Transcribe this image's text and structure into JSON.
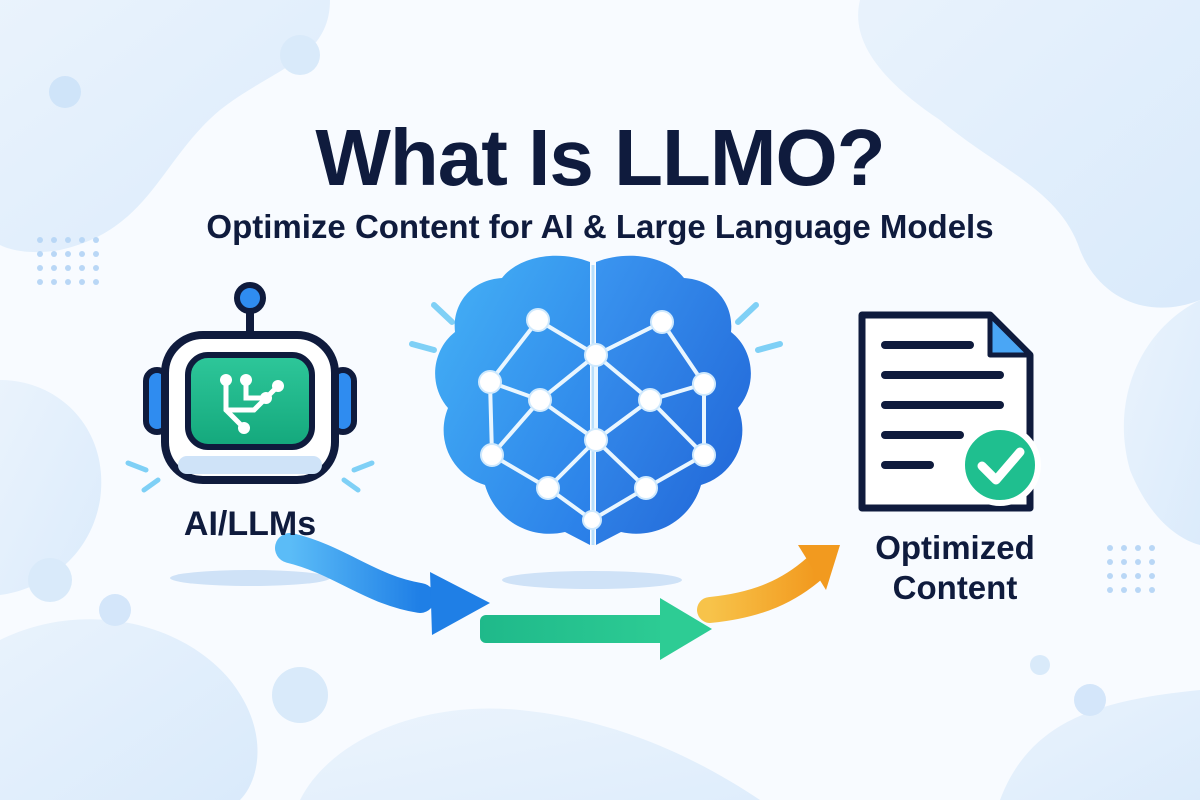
{
  "header": {
    "title": "What Is LLMO?",
    "subtitle": "Optimize Content for AI & Large Language Models"
  },
  "robot": {
    "label": "AI/LLMs",
    "icon": "robot-icon"
  },
  "brain": {
    "icon": "neural-brain-icon"
  },
  "document": {
    "label_line1": "Optimized",
    "label_line2": "Content",
    "icon": "document-check-icon"
  },
  "colors": {
    "navy": "#0f1b3d",
    "blue": "#2f8cf0",
    "green": "#1fbf8f",
    "orange": "#f5a623",
    "light_blue_bg": "#dcecfb"
  }
}
